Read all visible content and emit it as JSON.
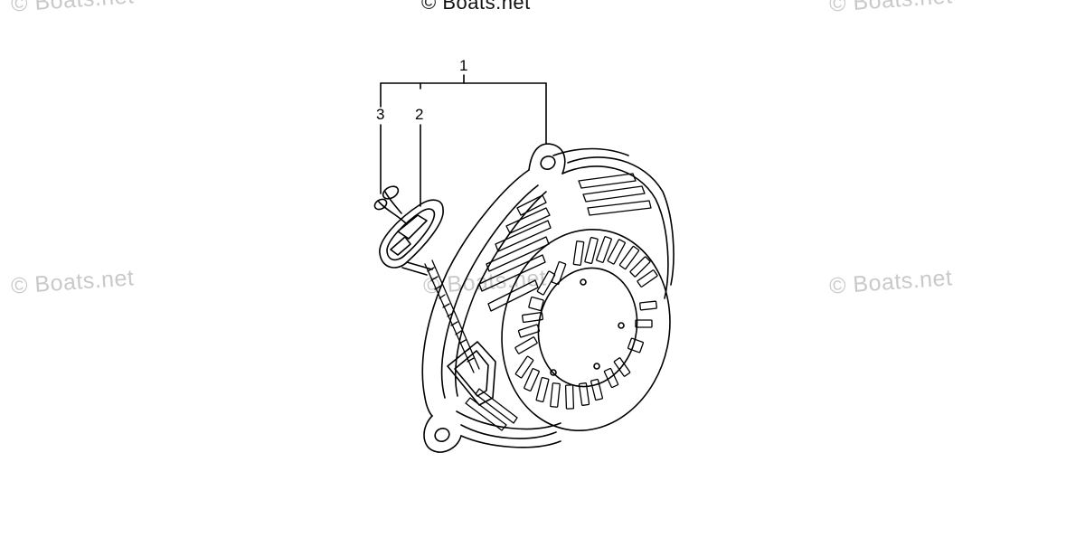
{
  "watermarks": {
    "text": "© Boats.net"
  },
  "callouts": {
    "item1": "1",
    "item2": "2",
    "item3": "3"
  },
  "colors": {
    "line": "#000000",
    "watermark": "#c9c9c9",
    "background": "#ffffff"
  }
}
